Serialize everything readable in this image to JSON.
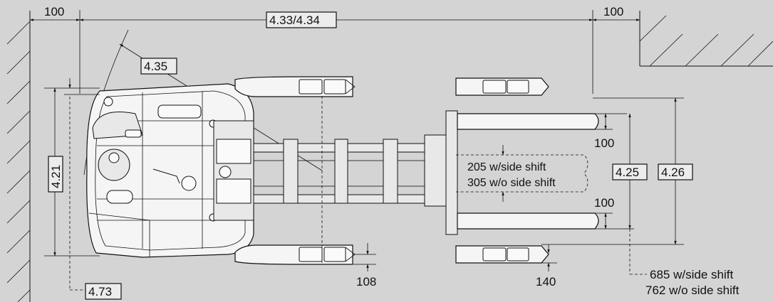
{
  "dimensions": {
    "left_clearance": "100",
    "overall_length": "4.33/4.34",
    "right_clearance": "100",
    "turning_radius": "4.35",
    "width_label": "4.21",
    "mast_offset": "4.73",
    "fork_gap_top": "100",
    "fork_gap_bottom": "100",
    "inner_width": "4.25",
    "outer_width": "4.26",
    "side_shift_205": "205 w/side shift",
    "no_side_shift_305": "305 w/o side shift",
    "fork_pocket_108": "108",
    "fork_pocket_140": "140",
    "side_shift_685": "685 w/side shift",
    "no_side_shift_762": "762 w/o side shift"
  },
  "colors": {
    "background": "#d4d4d4",
    "line": "#111111",
    "label_box": "#ececec"
  }
}
